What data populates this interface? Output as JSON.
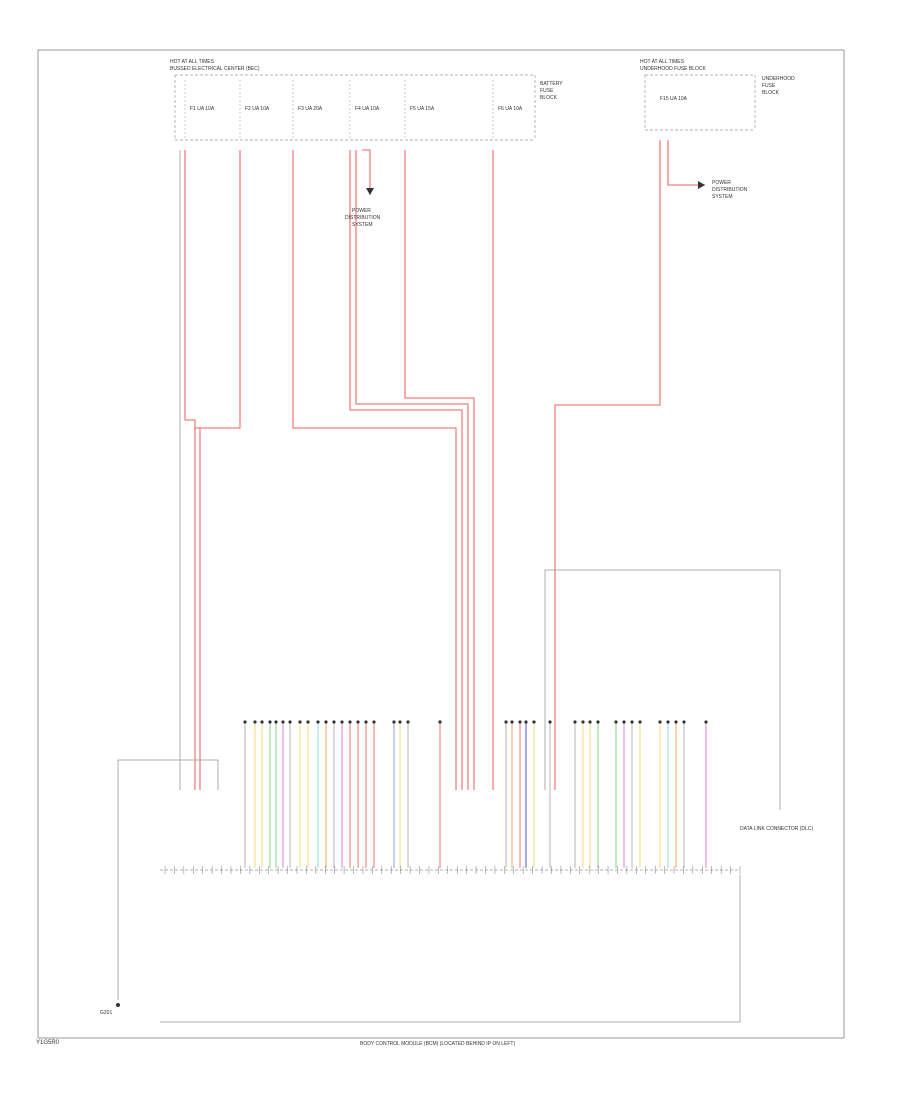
{
  "diagram": {
    "footer_id": "Y1G5R0",
    "module_label": "BODY CONTROL MODULE (BCM) (LOCATED BEHIND IP ON LEFT)",
    "top_left_block_label": "HOT AT ALL TIMES",
    "top_left_block_sublabel": "BUSSED ELECTRICAL CENTER (BEC)",
    "top_right_block_label": "HOT AT ALL TIMES",
    "top_right_block_sublabel": "UNDERHOOD FUSE BLOCK",
    "top_left_fuses": [
      "F1 UA 10A",
      "F2 UA 10A",
      "F3 UA 20A",
      "F4 UA 10A",
      "F5 UA 15A",
      "F6 UA 10A"
    ],
    "top_right_fuse": "F15 UA 10A",
    "ground_block_label": "G201",
    "right_connector_label": "DATA LINK CONNECTOR (DLC)",
    "pin_count": 62
  },
  "colors": {
    "power_wire": "#f08080",
    "frame": "#888888",
    "signal_wire": "#999999"
  }
}
